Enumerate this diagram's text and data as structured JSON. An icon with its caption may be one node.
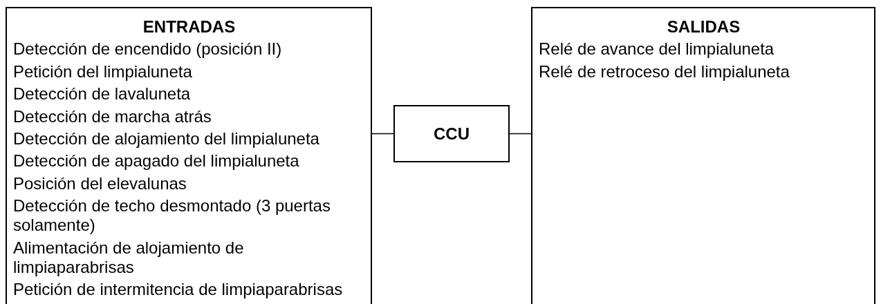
{
  "diagram": {
    "nodes": [
      {
        "text": [
          "ENTRADAS",
          "Detección de encendido (posición II)",
          "Petición del limpialuneta",
          "Detección de lavaluneta",
          "Detección de marcha atrás",
          "Detección de alojamiento del limpialuneta",
          "Detección de apagado del limpialuneta",
          "Posición del elevalunas",
          "Detección de techo desmontado (3 puertas solamente)",
          "Alimentación de alojamiento de limpiaparabrisas",
          "Petición de intermitencia de limpiaparabrisas"
        ]
      },
      {
        "text": [
          "CCU"
        ]
      },
      {
        "text": [
          "SALIDAS",
          "Relé de avance del limpialuneta",
          "Relé de retroceso del limpialuneta"
        ]
      }
    ],
    "edges": [
      {
        "from": 0,
        "to": 1,
        "arrow": "none"
      },
      {
        "from": 1,
        "to": 2,
        "arrow": "none"
      }
    ]
  }
}
